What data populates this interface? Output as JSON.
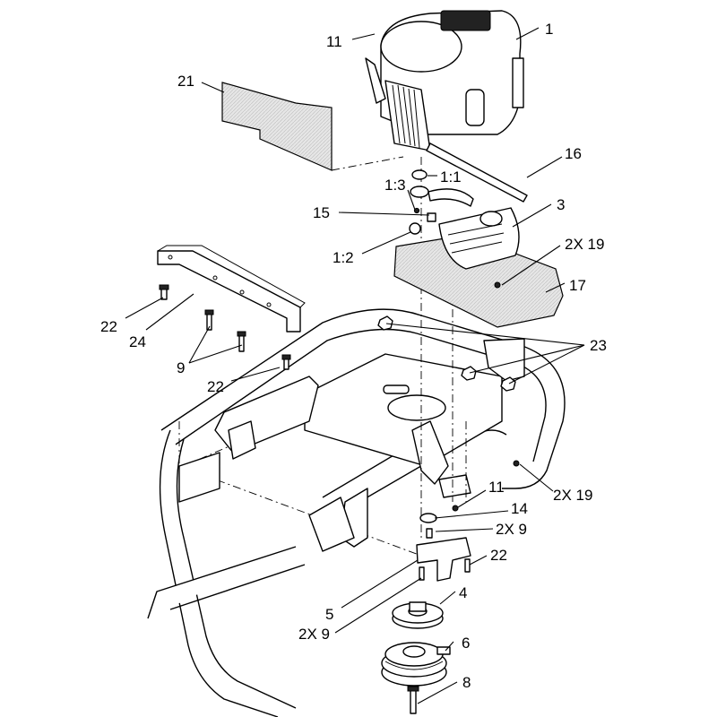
{
  "callouts": {
    "c1": "1",
    "c11_top": "11",
    "c21": "21",
    "c16": "16",
    "c1_1": "1:1",
    "c1_3": "1:3",
    "c15": "15",
    "c3": "3",
    "c1_2": "1:2",
    "c2x19_top": "2X 19",
    "c17": "17",
    "c22_left": "22",
    "c24": "24",
    "c9": "9",
    "c22_mid": "22",
    "c23": "23",
    "c2x19_bottom": "2X 19",
    "c11_bottom": "11",
    "c14": "14",
    "c2x9_right": "2X 9",
    "c22_bottom": "22",
    "c5": "5",
    "c4": "4",
    "c2x9_left": "2X 9",
    "c6": "6",
    "c8": "8"
  },
  "icons": {
    "engine": "engine-icon",
    "muffler": "muffler-icon",
    "frame": "frame-icon",
    "pulley": "pulley-icon",
    "clutch": "clutch-icon"
  }
}
